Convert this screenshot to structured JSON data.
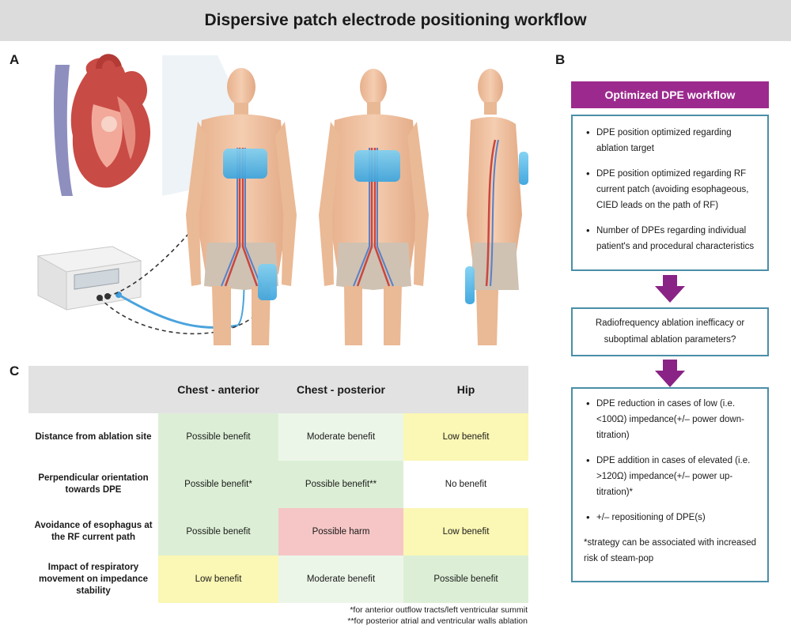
{
  "title": "Dispersive patch electrode positioning workflow",
  "panels": {
    "a": "A",
    "b": "B",
    "c": "C"
  },
  "workflow": {
    "header": "Optimized DPE workflow",
    "box1": [
      "DPE position optimized regarding ablation target",
      "DPE position optimized regarding RF current patch (avoiding esophageous, CIED leads on the path of RF)",
      "Number of DPEs regarding individual patient's and procedural characteristics"
    ],
    "question": "Radiofrequency ablation inefficacy or suboptimal ablation parameters?",
    "box3": [
      "DPE reduction in cases of low (i.e. <100Ω) impedance(+/– power down-titration)",
      "DPE addition in cases of elevated (i.e. >120Ω) impedance(+/– power up-titration)*",
      "+/– repositioning of DPE(s)"
    ],
    "box3_note": "*strategy can be associated with increased risk of steam-pop",
    "arrow_color": "#8a2386"
  },
  "table": {
    "columns": [
      "Chest - anterior",
      "Chest - posterior",
      "Hip"
    ],
    "rows": [
      {
        "label": "Distance from ablation site",
        "cells": [
          "Possible benefit",
          "Moderate benefit",
          "Low benefit"
        ]
      },
      {
        "label": "Perpendicular orientation towards DPE",
        "cells": [
          "Possible benefit*",
          "Possible benefit**",
          "No benefit"
        ]
      },
      {
        "label": "Avoidance of esophagus at the RF current path",
        "cells": [
          "Possible benefit",
          "Possible harm",
          "Low benefit"
        ]
      },
      {
        "label": "Impact of respiratory movement on impedance stability",
        "cells": [
          "Low benefit",
          "Moderate benefit",
          "Possible benefit"
        ]
      }
    ],
    "cell_colors": [
      [
        "#dcefd6",
        "#ecf6e8",
        "#fbf7b4"
      ],
      [
        "#dcefd6",
        "#dcefd6",
        "#ffffff"
      ],
      [
        "#dcefd6",
        "#f6c6c6",
        "#fbf7b4"
      ],
      [
        "#fbf7b4",
        "#ecf6e8",
        "#dcefd6"
      ]
    ]
  },
  "footnotes": [
    "*for anterior outflow tracts/left ventricular summit",
    "**for posterior atrial and ventricular walls ablation"
  ],
  "colors": {
    "purple": "#9c2a8e",
    "teal_border": "#4a8fa8",
    "patch_blue": "#52b6e6",
    "skin": "#f0c3a0",
    "shorts": "#cfc2b3"
  }
}
